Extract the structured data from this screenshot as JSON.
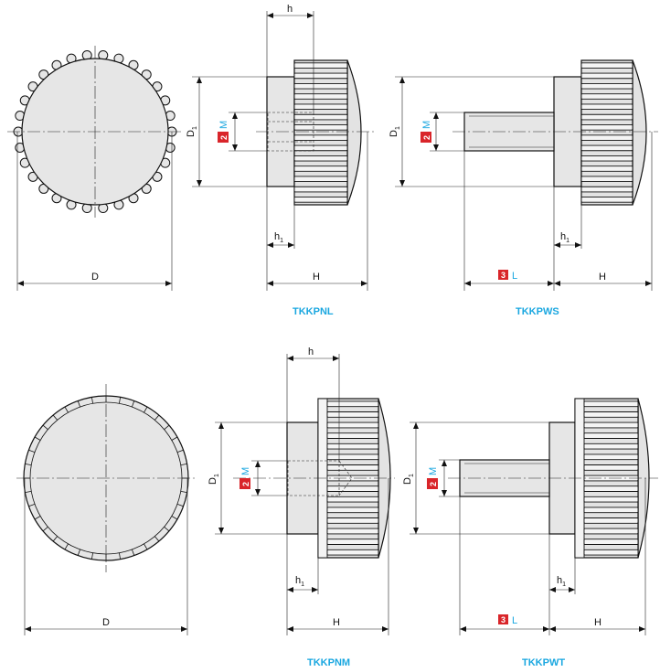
{
  "labels": {
    "D": "D",
    "D1": "D",
    "D1_sub": "1",
    "h": "h",
    "h1": "h",
    "h1_sub": "1",
    "H": "H",
    "M": "M",
    "L": "L",
    "badge_m": "2",
    "badge_l": "3"
  },
  "captions": {
    "tkkpnl": "TKKPNL",
    "tkkpws": "TKKPWS",
    "tkkpnm": "TKKPNM",
    "tkkpwt": "TKKPWT"
  },
  "colors": {
    "accent": "#1aa7e0",
    "badge": "#d9252a"
  }
}
